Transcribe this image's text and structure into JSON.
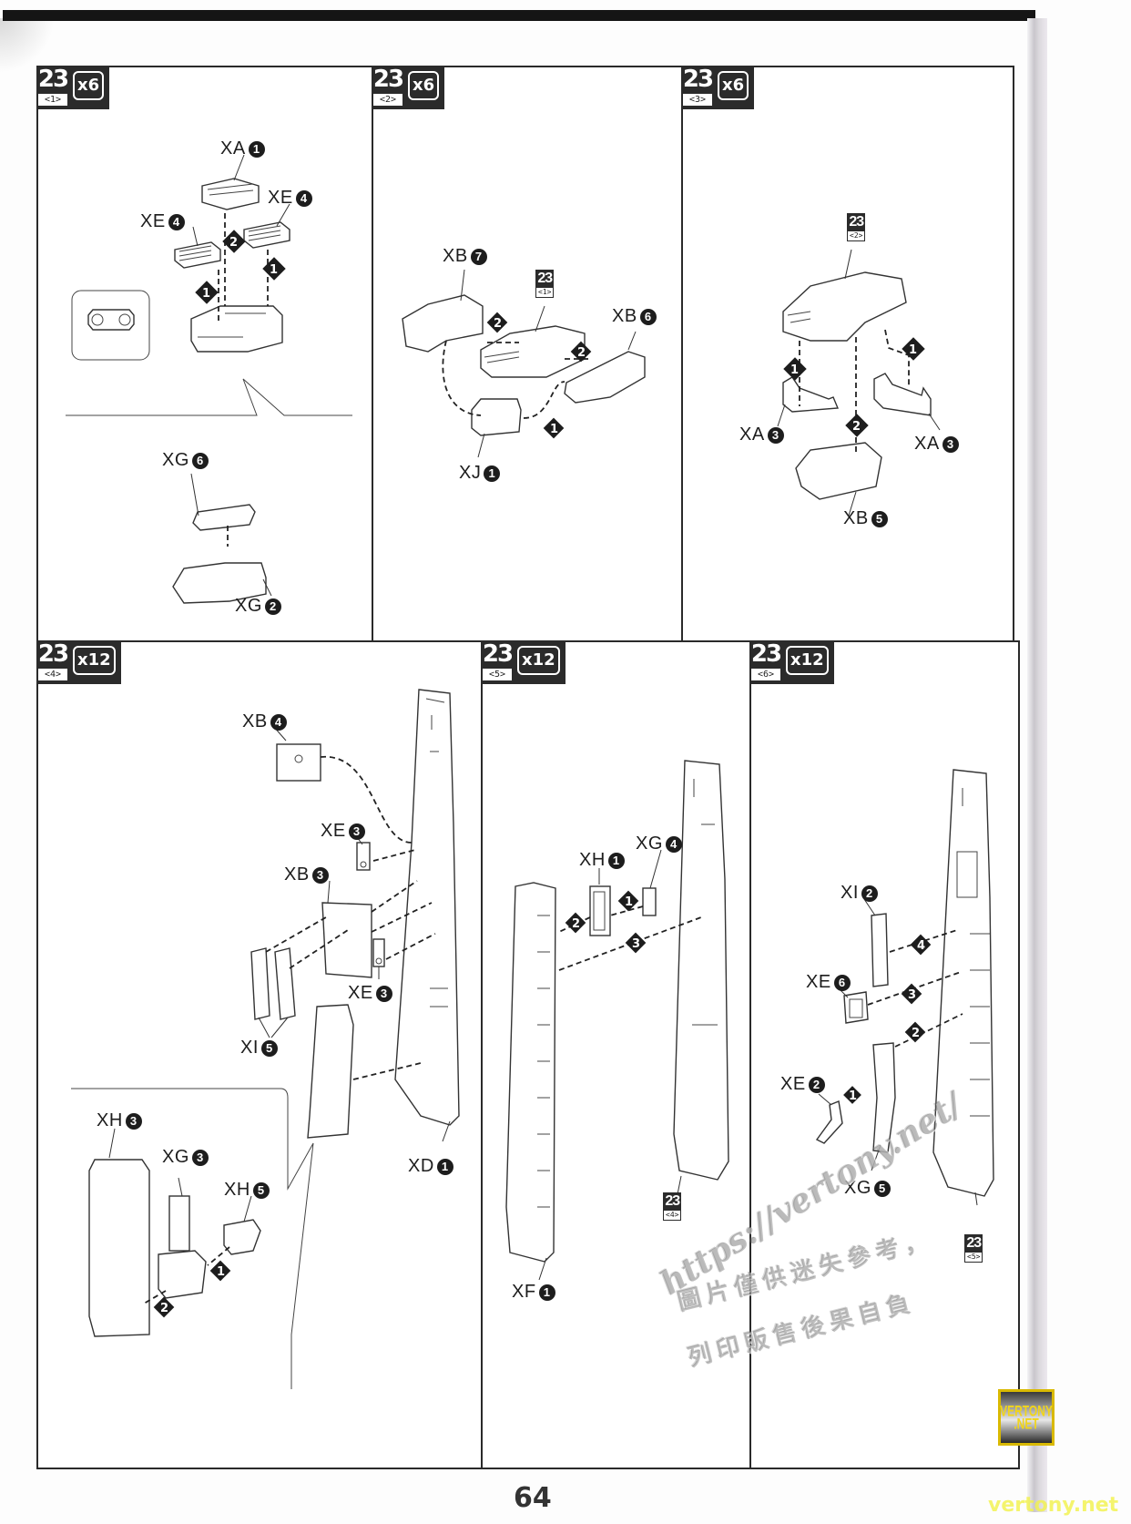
{
  "page": {
    "number": "64"
  },
  "steps": [
    {
      "step": "23",
      "sub": "<1>",
      "multiplier": "x6",
      "labels": [
        {
          "code": "XA",
          "n": "1"
        },
        {
          "code": "XE",
          "n": "4"
        },
        {
          "code": "XE",
          "n": "4"
        },
        {
          "code": "XG",
          "n": "6"
        },
        {
          "code": "XG",
          "n": "2"
        }
      ],
      "order_markers": [
        "1",
        "1",
        "2"
      ]
    },
    {
      "step": "23",
      "sub": "<2>",
      "multiplier": "x6",
      "labels": [
        {
          "code": "XB",
          "n": "7"
        },
        {
          "code": "XB",
          "n": "6"
        },
        {
          "code": "XJ",
          "n": "1"
        }
      ],
      "ref": {
        "step": "23",
        "sub": "<1>"
      },
      "order_markers": [
        "2",
        "2",
        "1"
      ]
    },
    {
      "step": "23",
      "sub": "<3>",
      "multiplier": "x6",
      "labels": [
        {
          "code": "XA",
          "n": "3"
        },
        {
          "code": "XA",
          "n": "3"
        },
        {
          "code": "XB",
          "n": "5"
        }
      ],
      "ref": {
        "step": "23",
        "sub": "<2>"
      },
      "order_markers": [
        "1",
        "1",
        "2"
      ]
    },
    {
      "step": "23",
      "sub": "<4>",
      "multiplier": "x12",
      "labels": [
        {
          "code": "XB",
          "n": "4"
        },
        {
          "code": "XE",
          "n": "3"
        },
        {
          "code": "XB",
          "n": "3"
        },
        {
          "code": "XE",
          "n": "3"
        },
        {
          "code": "XI",
          "n": "5"
        },
        {
          "code": "XD",
          "n": "1"
        },
        {
          "code": "XH",
          "n": "3"
        },
        {
          "code": "XG",
          "n": "3"
        },
        {
          "code": "XH",
          "n": "5"
        }
      ],
      "order_markers": [
        "1",
        "2"
      ]
    },
    {
      "step": "23",
      "sub": "<5>",
      "multiplier": "x12",
      "labels": [
        {
          "code": "XH",
          "n": "1"
        },
        {
          "code": "XG",
          "n": "4"
        },
        {
          "code": "XF",
          "n": "1"
        }
      ],
      "ref": {
        "step": "23",
        "sub": "<4>"
      },
      "order_markers": [
        "1",
        "2",
        "3"
      ]
    },
    {
      "step": "23",
      "sub": "<6>",
      "multiplier": "x12",
      "labels": [
        {
          "code": "XI",
          "n": "2"
        },
        {
          "code": "XE",
          "n": "6"
        },
        {
          "code": "XE",
          "n": "2"
        },
        {
          "code": "XG",
          "n": "5"
        }
      ],
      "ref": {
        "step": "23",
        "sub": "<5>"
      },
      "order_markers": [
        "4",
        "3",
        "2",
        "1"
      ]
    }
  ],
  "watermark": {
    "url": "https://vertony.net/",
    "line1": "圖片僅供迷失參考，",
    "line2": "列印販售後果自負",
    "logo_line1": "VERTONY",
    "logo_line2": ".NET",
    "site": "vertony.net"
  },
  "colors": {
    "ink": "#1d1d1d",
    "badge": "#2b2b2b",
    "logo_gold": "#d9b900",
    "site_yellow": "#f2f24a"
  }
}
